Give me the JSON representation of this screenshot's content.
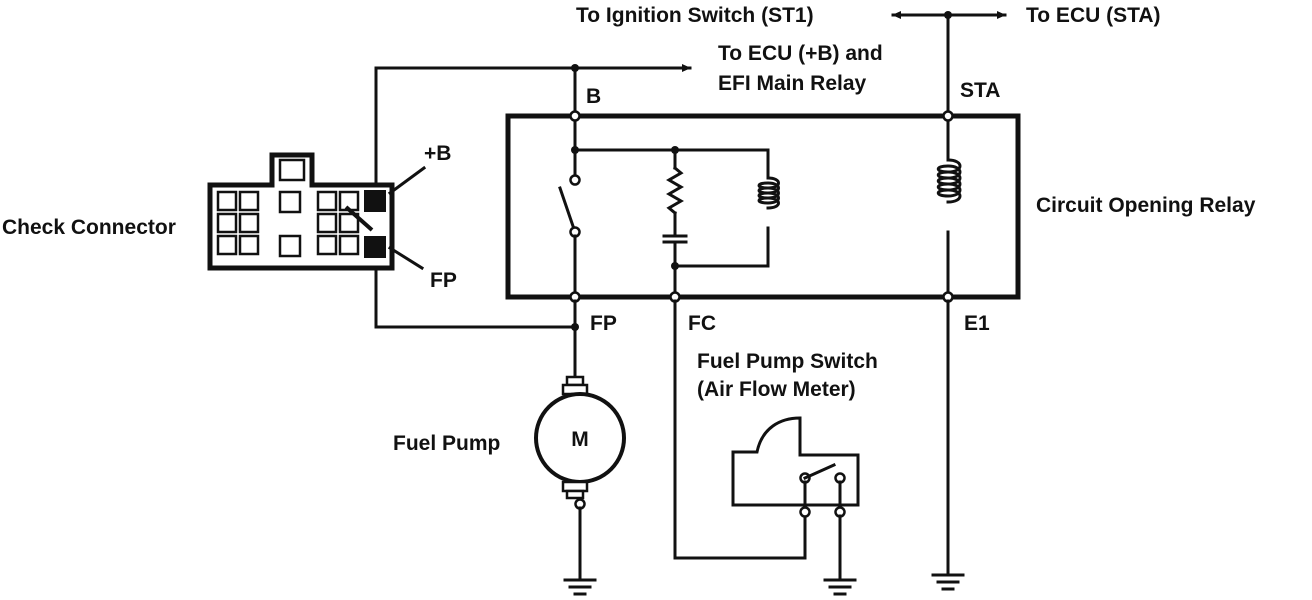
{
  "diagram": {
    "labels": {
      "ignition_switch": "To Ignition Switch (ST1)",
      "ecu_sta": "To ECU (STA)",
      "ecu_b_line1": "To ECU (+B) and",
      "ecu_b_line2": "EFI Main Relay",
      "terminal_b": "B",
      "terminal_sta": "STA",
      "check_connector": "Check Connector",
      "connector_plus_b": "+B",
      "connector_fp": "FP",
      "circuit_opening_relay": "Circuit Opening Relay",
      "terminal_fp": "FP",
      "terminal_fc": "FC",
      "terminal_e1": "E1",
      "fuel_pump_switch_line1": "Fuel Pump Switch",
      "fuel_pump_switch_line2": "(Air Flow Meter)",
      "fuel_pump": "Fuel Pump",
      "motor_symbol": "M"
    }
  }
}
